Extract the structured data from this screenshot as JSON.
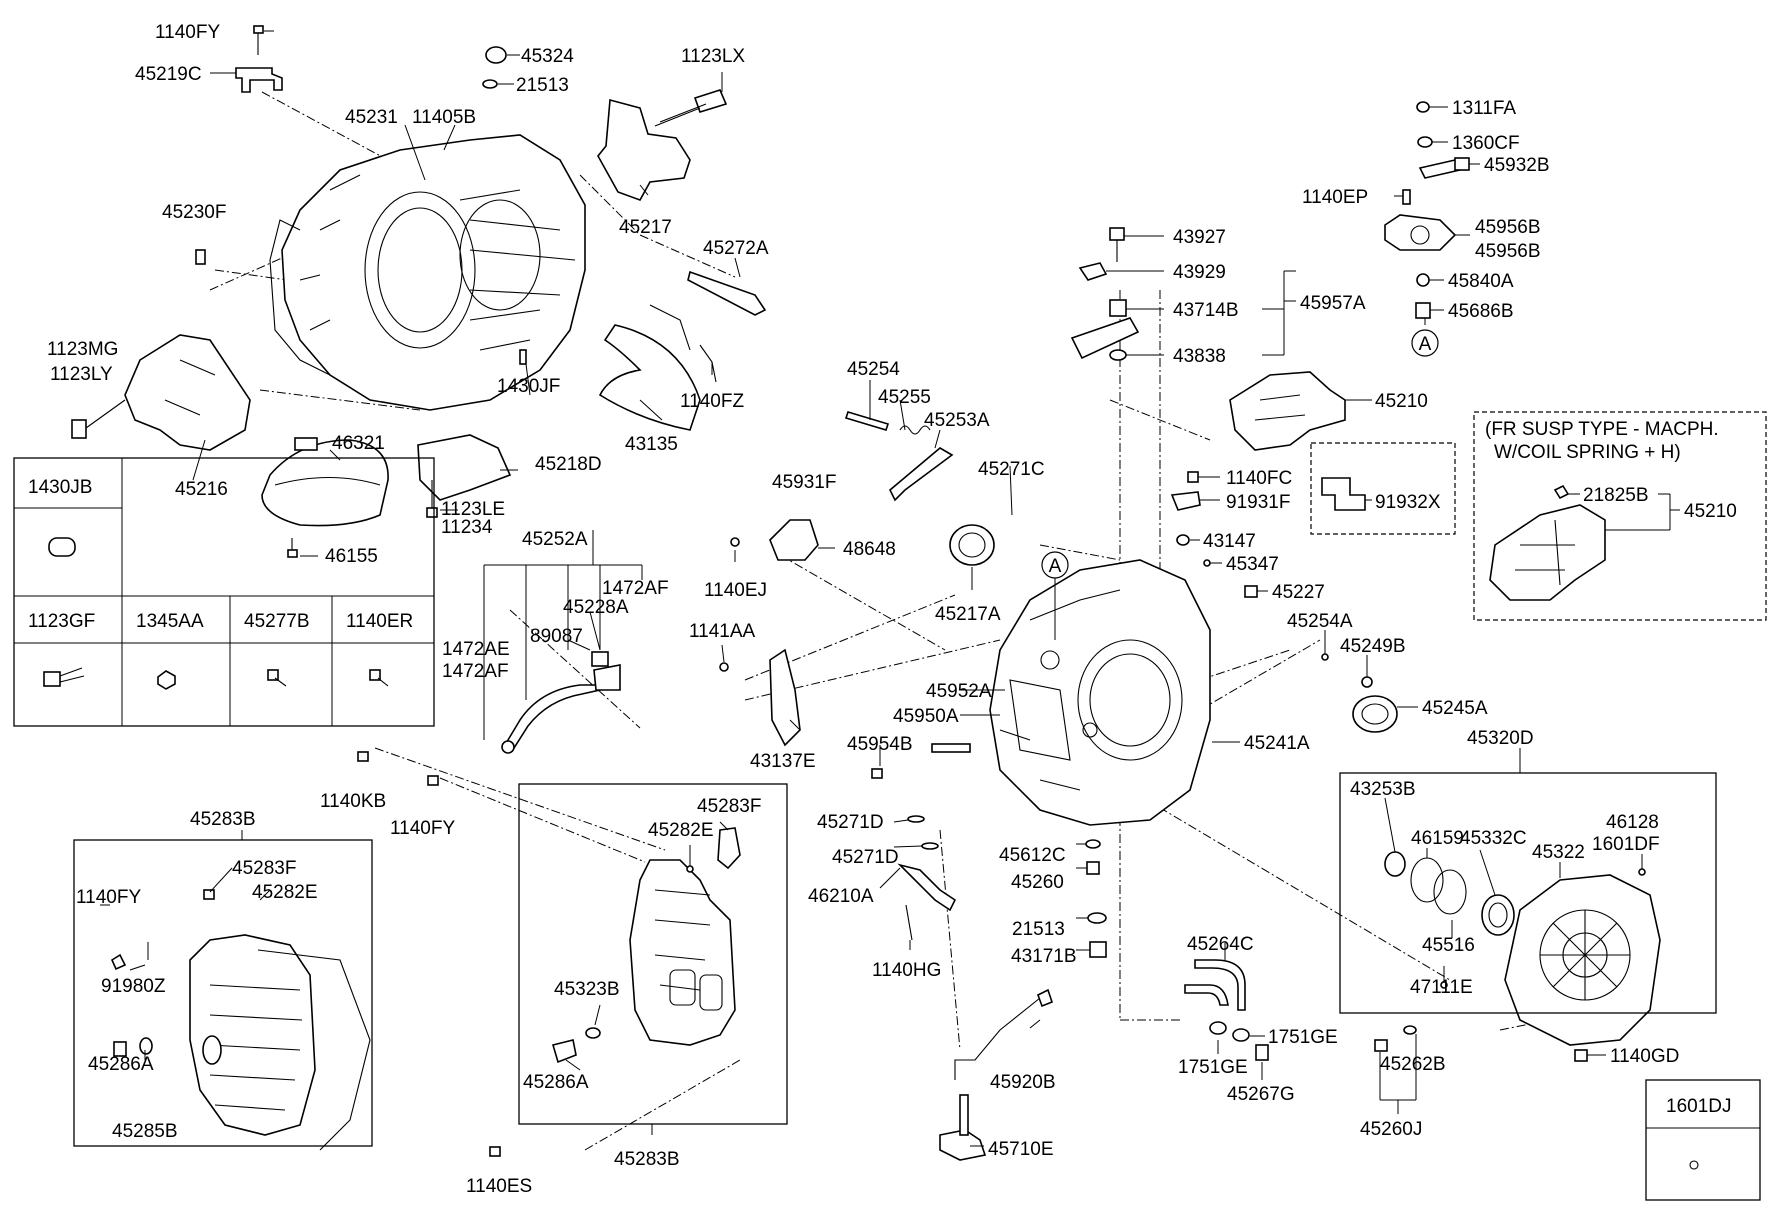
{
  "labels": [
    {
      "id": "1140FY-a",
      "text": "1140FY"
    },
    {
      "id": "45219C",
      "text": "45219C"
    },
    {
      "id": "45324",
      "text": "45324"
    },
    {
      "id": "21513-a",
      "text": "21513"
    },
    {
      "id": "1123LX",
      "text": "1123LX"
    },
    {
      "id": "45231",
      "text": "45231"
    },
    {
      "id": "11405B",
      "text": "11405B"
    },
    {
      "id": "45230F",
      "text": "45230F"
    },
    {
      "id": "45217",
      "text": "45217"
    },
    {
      "id": "45272A",
      "text": "45272A"
    },
    {
      "id": "1123MG",
      "text": "1123MG"
    },
    {
      "id": "1123LY",
      "text": "1123LY"
    },
    {
      "id": "1430JF",
      "text": "1430JF"
    },
    {
      "id": "1140FZ",
      "text": "1140FZ"
    },
    {
      "id": "43135",
      "text": "43135"
    },
    {
      "id": "46321",
      "text": "46321"
    },
    {
      "id": "45218D",
      "text": "45218D"
    },
    {
      "id": "45216",
      "text": "45216"
    },
    {
      "id": "1123LE",
      "text": "1123LE"
    },
    {
      "id": "11234",
      "text": "11234"
    },
    {
      "id": "46155",
      "text": "46155"
    },
    {
      "id": "45252A",
      "text": "45252A"
    },
    {
      "id": "1472AF-a",
      "text": "1472AF"
    },
    {
      "id": "45228A",
      "text": "45228A"
    },
    {
      "id": "89087",
      "text": "89087"
    },
    {
      "id": "1472AE",
      "text": "1472AE"
    },
    {
      "id": "1472AF-b",
      "text": "1472AF"
    },
    {
      "id": "1140KB",
      "text": "1140KB"
    },
    {
      "id": "1140FY-b",
      "text": "1140FY"
    },
    {
      "id": "45283B-a",
      "text": "45283B"
    },
    {
      "id": "45283F-a",
      "text": "45283F"
    },
    {
      "id": "45282E-a",
      "text": "45282E"
    },
    {
      "id": "1140FY-c",
      "text": "1140FY"
    },
    {
      "id": "91980Z",
      "text": "91980Z"
    },
    {
      "id": "45286A-a",
      "text": "45286A"
    },
    {
      "id": "45285B",
      "text": "45285B"
    },
    {
      "id": "45283F-b",
      "text": "45283F"
    },
    {
      "id": "45282E-b",
      "text": "45282E"
    },
    {
      "id": "45323B",
      "text": "45323B"
    },
    {
      "id": "45286A-b",
      "text": "45286A"
    },
    {
      "id": "45283B-b",
      "text": "45283B"
    },
    {
      "id": "1140ES",
      "text": "1140ES"
    },
    {
      "id": "45931F",
      "text": "45931F"
    },
    {
      "id": "48648",
      "text": "48648"
    },
    {
      "id": "1140EJ",
      "text": "1140EJ"
    },
    {
      "id": "1141AA",
      "text": "1141AA"
    },
    {
      "id": "43137E",
      "text": "43137E"
    },
    {
      "id": "45254-a",
      "text": "45254"
    },
    {
      "id": "45255",
      "text": "45255"
    },
    {
      "id": "45253A",
      "text": "45253A"
    },
    {
      "id": "45271C",
      "text": "45271C"
    },
    {
      "id": "45217A",
      "text": "45217A"
    },
    {
      "id": "45952A",
      "text": "45952A"
    },
    {
      "id": "45950A",
      "text": "45950A"
    },
    {
      "id": "45954B",
      "text": "45954B"
    },
    {
      "id": "45271D-a",
      "text": "45271D"
    },
    {
      "id": "45271D-b",
      "text": "45271D"
    },
    {
      "id": "46210A",
      "text": "46210A"
    },
    {
      "id": "1140HG",
      "text": "1140HG"
    },
    {
      "id": "45920B",
      "text": "45920B"
    },
    {
      "id": "45710E",
      "text": "45710E"
    },
    {
      "id": "45612C",
      "text": "45612C"
    },
    {
      "id": "45260-a",
      "text": "45260"
    },
    {
      "id": "21513-b",
      "text": "21513"
    },
    {
      "id": "43171B",
      "text": "43171B"
    },
    {
      "id": "45264C",
      "text": "45264C"
    },
    {
      "id": "1751GE-a",
      "text": "1751GE"
    },
    {
      "id": "1751GE-b",
      "text": "1751GE"
    },
    {
      "id": "45267G",
      "text": "45267G"
    },
    {
      "id": "43927",
      "text": "43927"
    },
    {
      "id": "43929",
      "text": "43929"
    },
    {
      "id": "43714B",
      "text": "43714B"
    },
    {
      "id": "45957A",
      "text": "45957A"
    },
    {
      "id": "43838",
      "text": "43838"
    },
    {
      "id": "45210-a",
      "text": "45210"
    },
    {
      "id": "1140FC",
      "text": "1140FC"
    },
    {
      "id": "91931F",
      "text": "91931F"
    },
    {
      "id": "91932X",
      "text": "91932X"
    },
    {
      "id": "43147",
      "text": "43147"
    },
    {
      "id": "45347",
      "text": "45347"
    },
    {
      "id": "45227",
      "text": "45227"
    },
    {
      "id": "45254A",
      "text": "45254A"
    },
    {
      "id": "45249B",
      "text": "45249B"
    },
    {
      "id": "45245A",
      "text": "45245A"
    },
    {
      "id": "45241A",
      "text": "45241A"
    },
    {
      "id": "1311FA",
      "text": "1311FA"
    },
    {
      "id": "1360CF",
      "text": "1360CF"
    },
    {
      "id": "45932B",
      "text": "45932B"
    },
    {
      "id": "1140EP",
      "text": "1140EP"
    },
    {
      "id": "45956B-a",
      "text": "45956B"
    },
    {
      "id": "45956B-b",
      "text": "45956B"
    },
    {
      "id": "45840A",
      "text": "45840A"
    },
    {
      "id": "45686B",
      "text": "45686B"
    },
    {
      "id": "21825B",
      "text": "21825B"
    },
    {
      "id": "45210-b",
      "text": "45210"
    },
    {
      "id": "45320D",
      "text": "45320D"
    },
    {
      "id": "43253B",
      "text": "43253B"
    },
    {
      "id": "46159",
      "text": "46159"
    },
    {
      "id": "45332C",
      "text": "45332C"
    },
    {
      "id": "45322",
      "text": "45322"
    },
    {
      "id": "46128",
      "text": "46128"
    },
    {
      "id": "1601DF",
      "text": "1601DF"
    },
    {
      "id": "45516",
      "text": "45516"
    },
    {
      "id": "47111E",
      "text": "47111E"
    },
    {
      "id": "1140GD",
      "text": "1140GD"
    },
    {
      "id": "45262B",
      "text": "45262B"
    },
    {
      "id": "45260J",
      "text": "45260J"
    }
  ],
  "callouts": [
    {
      "id": "A-top",
      "text": "A"
    },
    {
      "id": "A-main",
      "text": "A"
    }
  ],
  "inset_note": {
    "line1": "(FR SUSP TYPE - MACPH.",
    "line2": "W/COIL SPRING + H)"
  },
  "legend_table": {
    "row1": [
      "1430JB"
    ],
    "row2": [
      "1123GF",
      "1345AA",
      "45277B",
      "1140ER"
    ]
  },
  "corner_box": {
    "label": "1601DJ"
  }
}
